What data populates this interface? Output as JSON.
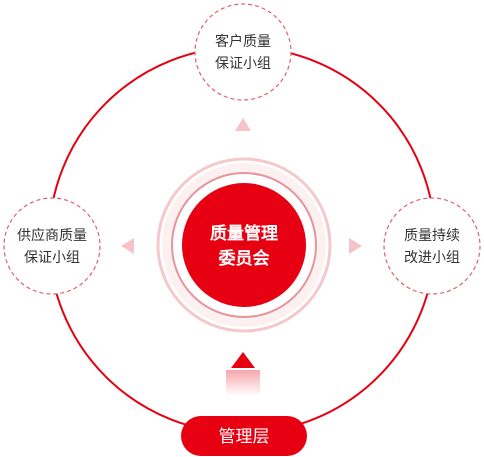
{
  "center": {
    "line1": "质量管理",
    "line2": "委员会"
  },
  "groups": {
    "top": {
      "line1": "客户质量",
      "line2": "保证小组"
    },
    "left": {
      "line1": "供应商质量",
      "line2": "保证小组"
    },
    "right": {
      "line1": "质量持续",
      "line2": "改进小组"
    }
  },
  "bottom": {
    "label": "管理层"
  },
  "colors": {
    "primary": "#e60012",
    "ring_outer": "#f5c9cc",
    "ring_mid": "#e0808a",
    "dashed": "#e0606a",
    "arrow_light": "#f6c4c8",
    "text_dark": "#333333",
    "text_light": "#ffffff"
  }
}
